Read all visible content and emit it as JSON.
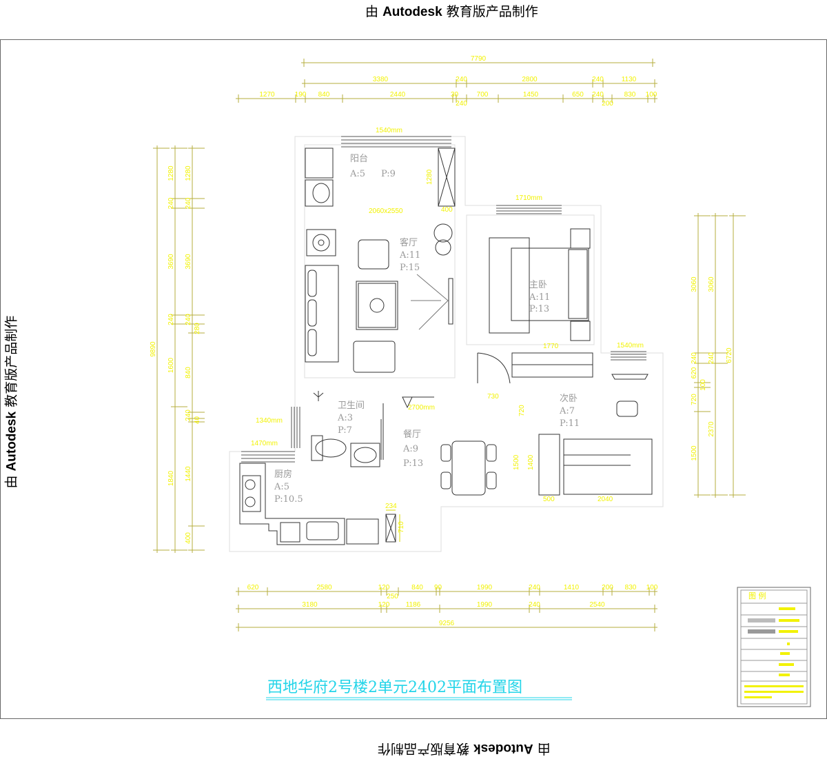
{
  "watermark": {
    "prefix": "由",
    "brand": "Autodesk",
    "suffix": "教育版产品制作"
  },
  "drawing_title": "西地华府2号楼2单元2402平面布置图",
  "legend": {
    "title": "图  例"
  },
  "colors": {
    "dimension": "#f2f200",
    "dimension_line": "#b5ad3c",
    "title": "#22d4e8",
    "room_text": "#999999"
  },
  "dimensions": {
    "top_total": [
      "7790"
    ],
    "top_mid": [
      "3380",
      "240",
      "2800",
      "240",
      "1130"
    ],
    "top_detail": [
      "1270",
      "190",
      "840",
      "2440",
      "30",
      "240",
      "700",
      "1450",
      "650",
      "240",
      "200",
      "830",
      "100"
    ],
    "bottom_detail": [
      "620",
      "2580",
      "120",
      "250",
      "840",
      "90",
      "1990",
      "240",
      "1410",
      "200",
      "830",
      "100"
    ],
    "bottom_mid": [
      "3180",
      "120",
      "1186",
      "1990",
      "240",
      "2540"
    ],
    "bottom_total": [
      "9256"
    ],
    "left_total": [
      "9890"
    ],
    "left_mid": [
      "1280",
      "240",
      "3690",
      "240",
      "1600",
      "1840"
    ],
    "left_detail": [
      "1280",
      "240",
      "3690",
      "240",
      "280",
      "840",
      "240",
      "40",
      "1440",
      "400"
    ],
    "right_detail": [
      "3060",
      "240",
      "620",
      "100",
      "720",
      "1500"
    ],
    "right_mid": [
      "3060",
      "240",
      "2370"
    ],
    "right_total": [
      "6720"
    ]
  },
  "annotations": {
    "balcony_window": "1540mm",
    "living_size": "2060x2550",
    "cabinet_h": "1280",
    "cabinet_w": "400",
    "master_window": "1710mm",
    "wardrobe_w": "1770",
    "second_window": "1540mm",
    "door_w": "730",
    "door_h": "720",
    "second_h1": "1500",
    "second_h2": "1400",
    "second_w1": "500",
    "second_w2": "2040",
    "bath_window": "1340mm",
    "kitchen_window": "1470mm",
    "ceiling_h": "2700mm",
    "flue_w": "234",
    "flue_h": "710"
  },
  "rooms": [
    {
      "name": "阳台",
      "area": "A:5",
      "perimeter": "P:9"
    },
    {
      "name": "客厅",
      "area": "A:11",
      "perimeter": "P:15"
    },
    {
      "name": "主卧",
      "area": "A:11",
      "perimeter": "P:13"
    },
    {
      "name": "次卧",
      "area": "A:7",
      "perimeter": "P:11"
    },
    {
      "name": "卫生间",
      "area": "A:3",
      "perimeter": "P:7"
    },
    {
      "name": "餐厅",
      "area": "A:9",
      "perimeter": "P:13"
    },
    {
      "name": "厨房",
      "area": "A:5",
      "perimeter": "P:10.5"
    }
  ]
}
